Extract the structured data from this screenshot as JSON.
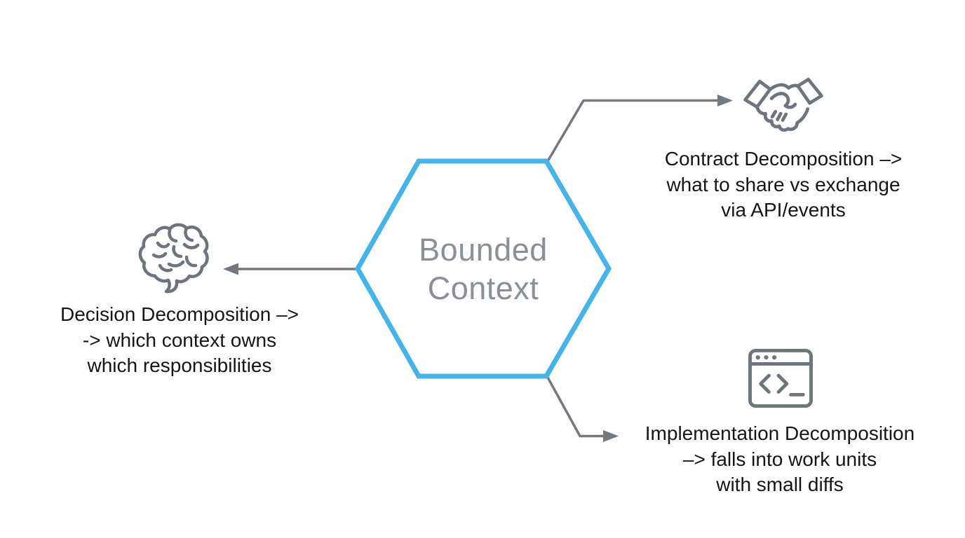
{
  "diagram": {
    "title": "Bounded Context decomposition diagram",
    "background_color": "#ffffff",
    "colors": {
      "hexagon_stroke": "#45b5e9",
      "hexagon_fill": "#ffffff",
      "center_text": "#8a9096",
      "connector": "#74797f",
      "icon_stroke": "#6e747d",
      "label_text": "#161616"
    },
    "center_node": {
      "shape": "hexagon",
      "label_line1": "Bounded",
      "label_line2": "Context"
    },
    "branches": [
      {
        "id": "contract",
        "icon": "handshake-icon",
        "position": "top-right",
        "line1": "Contract Decomposition –>",
        "line2": "what to share vs exchange",
        "line3": "via API/events"
      },
      {
        "id": "decision",
        "icon": "brain-icon",
        "position": "left",
        "line1": "Decision Decomposition –>",
        "line2": "-> which context owns",
        "line3": "which responsibilities"
      },
      {
        "id": "implementation",
        "icon": "browser-code-icon",
        "position": "bottom-right",
        "line1": "Implementation Decomposition",
        "line2": "–> falls into work units",
        "line3": "with small diffs"
      }
    ]
  }
}
